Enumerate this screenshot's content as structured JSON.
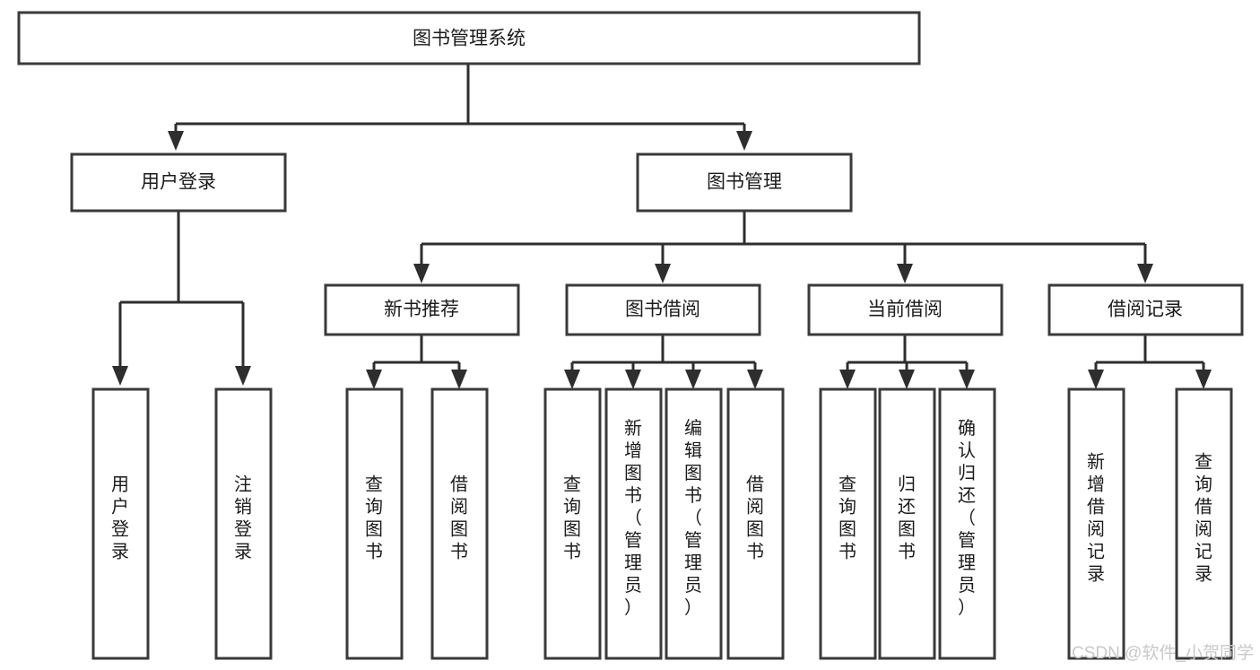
{
  "diagram": {
    "title": "图书管理系统",
    "type": "tree-hierarchy",
    "orientation": "top-down",
    "levels": 4,
    "colors": {
      "box_fill": "#ffffff",
      "box_stroke": "#3a3a3a",
      "connector": "#2e2e2e",
      "text": "#1b1b1b",
      "watermark": "#c9c9c9",
      "background": "#ffffff"
    },
    "root": {
      "id": "root",
      "label": "图书管理系统",
      "orientation": "horizontal"
    },
    "level2": [
      {
        "id": "user-login",
        "label": "用户登录",
        "orientation": "horizontal"
      },
      {
        "id": "book-management",
        "label": "图书管理",
        "orientation": "horizontal"
      }
    ],
    "level3": [
      {
        "id": "new-book-recommend",
        "label": "新书推荐",
        "orientation": "horizontal",
        "parent": "book-management"
      },
      {
        "id": "book-borrow",
        "label": "图书借阅",
        "orientation": "horizontal",
        "parent": "book-management"
      },
      {
        "id": "current-borrow",
        "label": "当前借阅",
        "orientation": "horizontal",
        "parent": "book-management"
      },
      {
        "id": "borrow-record",
        "label": "借阅记录",
        "orientation": "horizontal",
        "parent": "book-management"
      }
    ],
    "leaves": {
      "user-login": [
        {
          "id": "leaf-user-login",
          "label": "用户登录",
          "orientation": "vertical"
        },
        {
          "id": "leaf-logout",
          "label": "注销登录",
          "orientation": "vertical"
        }
      ],
      "new-book-recommend": [
        {
          "id": "leaf-query-book-1",
          "label": "查询图书",
          "orientation": "vertical"
        },
        {
          "id": "leaf-borrow-book-1",
          "label": "借阅图书",
          "orientation": "vertical"
        }
      ],
      "book-borrow": [
        {
          "id": "leaf-query-book-2",
          "label": "查询图书",
          "orientation": "vertical"
        },
        {
          "id": "leaf-add-book",
          "label": "新增图书（管理员）",
          "orientation": "vertical"
        },
        {
          "id": "leaf-edit-book",
          "label": "编辑图书（管理员）",
          "orientation": "vertical"
        },
        {
          "id": "leaf-borrow-book-2",
          "label": "借阅图书",
          "orientation": "vertical"
        }
      ],
      "current-borrow": [
        {
          "id": "leaf-query-book-3",
          "label": "查询图书",
          "orientation": "vertical"
        },
        {
          "id": "leaf-return-book",
          "label": "归还图书",
          "orientation": "vertical"
        },
        {
          "id": "leaf-confirm-return",
          "label": "确认归还（管理员）",
          "orientation": "vertical"
        }
      ],
      "borrow-record": [
        {
          "id": "leaf-add-record",
          "label": "新增借阅记录",
          "orientation": "vertical"
        },
        {
          "id": "leaf-query-record",
          "label": "查询借阅记录",
          "orientation": "vertical"
        }
      ]
    }
  },
  "watermark": {
    "text": "CSDN @软件_小贺同学"
  }
}
